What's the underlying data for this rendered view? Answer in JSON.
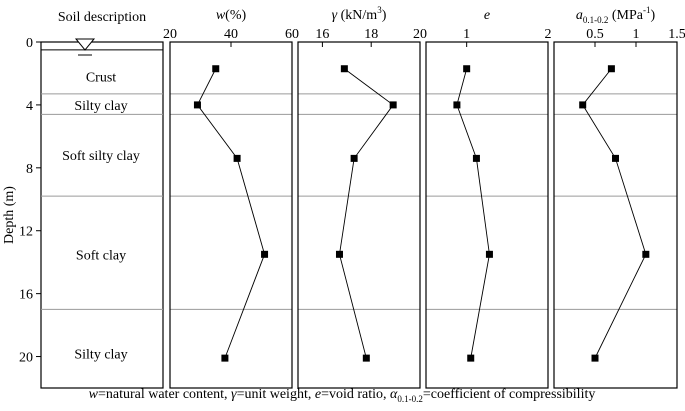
{
  "chart_data": [
    {
      "panel": "soil-description",
      "type": "table",
      "title": "Soil description",
      "ylabel": "Depth (m)",
      "ylim": [
        0,
        22
      ],
      "yticks": [
        0,
        4,
        8,
        12,
        16,
        20
      ],
      "water_table_depth": 0.5,
      "layer_boundaries": [
        3.3,
        4.6,
        9.8,
        17.0
      ],
      "layers": [
        {
          "name": "Crust",
          "label_depth": 2.2
        },
        {
          "name": "Silty clay",
          "label_depth": 4.0
        },
        {
          "name": "Soft silty clay",
          "label_depth": 7.2
        },
        {
          "name": "Soft clay",
          "label_depth": 13.5
        },
        {
          "name": "Silty clay",
          "label_depth": 19.8
        }
      ]
    },
    {
      "panel": "water-content",
      "type": "line",
      "title": "w(%)",
      "title_main": "w",
      "title_unit": "(%)",
      "xlim": [
        20,
        60
      ],
      "xticks": [
        20,
        40,
        60
      ],
      "depth": [
        1.7,
        4.0,
        7.4,
        13.5,
        20.1
      ],
      "values": [
        35,
        29,
        42,
        51,
        38
      ]
    },
    {
      "panel": "unit-weight",
      "type": "line",
      "title": "γ (kN/m³)",
      "title_main": "γ",
      "title_unit": " (kN/m",
      "title_sup": "3",
      "title_end": ")",
      "xlim": [
        15,
        20
      ],
      "xticks": [
        16,
        18,
        20
      ],
      "depth": [
        1.7,
        4.0,
        7.4,
        13.5,
        20.1
      ],
      "values": [
        16.9,
        18.9,
        17.3,
        16.7,
        17.8
      ]
    },
    {
      "panel": "void-ratio",
      "type": "line",
      "title": "e",
      "title_main": "e",
      "xlim": [
        0.5,
        2
      ],
      "xticks": [
        1,
        2
      ],
      "depth": [
        1.7,
        4.0,
        7.4,
        13.5,
        20.1
      ],
      "values": [
        1.0,
        0.88,
        1.12,
        1.28,
        1.05
      ]
    },
    {
      "panel": "compressibility",
      "type": "line",
      "title": "a0.1-0.2 (MPa-1)",
      "title_main": "a",
      "title_sub": "0.1-0.2",
      "title_unit": " (MPa",
      "title_sup": "-1",
      "title_end": ")",
      "xlim": [
        0,
        1.5
      ],
      "xticks": [
        0.5,
        1.0,
        1.5
      ],
      "depth": [
        1.7,
        4.0,
        7.4,
        13.5,
        20.1
      ],
      "values": [
        0.7,
        0.35,
        0.75,
        1.12,
        0.5
      ]
    }
  ],
  "caption": {
    "w": "w",
    "w_def": "=natural water content, ",
    "g": "γ",
    "g_def": "=unit weight, ",
    "e": "e",
    "e_def": "=void ratio, ",
    "a": "α",
    "a_sub": "0.1-0.2",
    "a_def": "=coefficient of compressibility"
  }
}
